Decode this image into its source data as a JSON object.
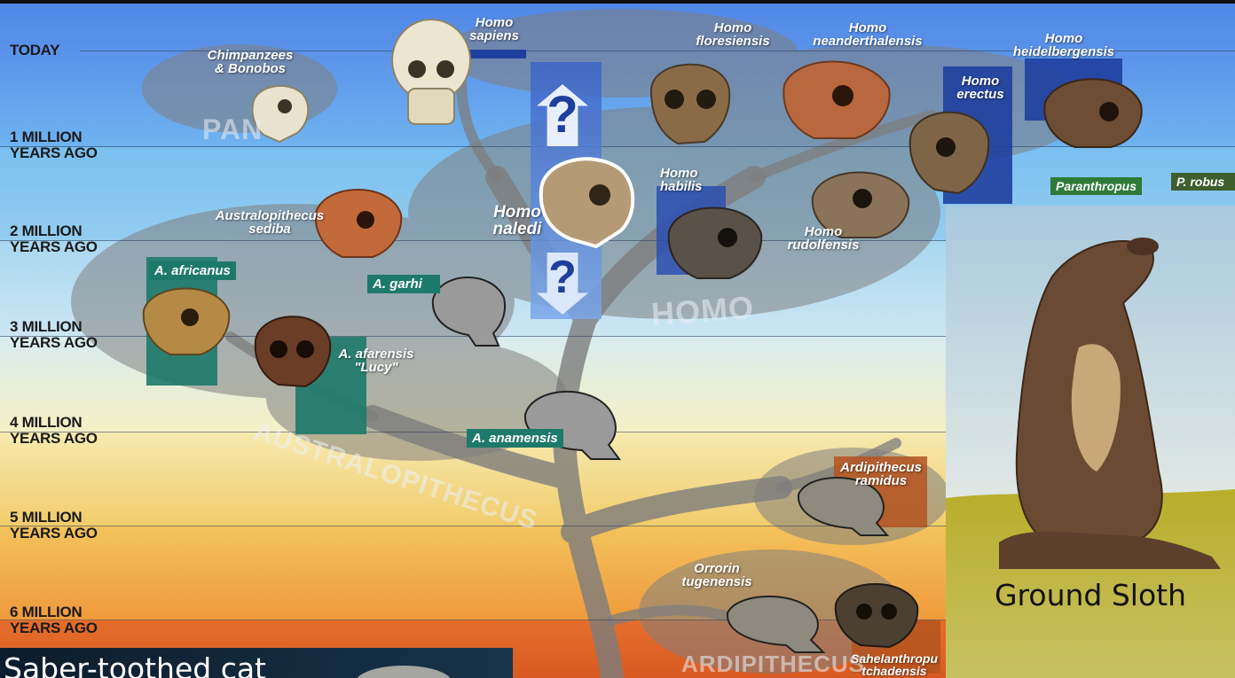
{
  "time_scale": [
    {
      "line1": "TODAY",
      "line2": ""
    },
    {
      "line1": "1 MILLION",
      "line2": "YEARS AGO"
    },
    {
      "line1": "2 MILLION",
      "line2": "YEARS AGO"
    },
    {
      "line1": "3 MILLION",
      "line2": "YEARS AGO"
    },
    {
      "line1": "4 MILLION",
      "line2": "YEARS AGO"
    },
    {
      "line1": "5 MILLION",
      "line2": "YEARS AGO"
    },
    {
      "line1": "6 MILLION",
      "line2": "YEARS AGO"
    }
  ],
  "clades": {
    "pan": "PAN",
    "homo": "HOMO",
    "australopithecus": "AUSTRALOPITHECUS",
    "ardipithecus": "ARDIPITHECUS"
  },
  "species": {
    "chimps": "Chimpanzees\n& Bonobos",
    "sapiens": "Homo\nsapiens",
    "floresiensis": "Homo\nfloresiensis",
    "neanderthalensis": "Homo\nneanderthalensis",
    "heidelbergensis": "Homo\nheidelbergensis",
    "erectus": "Homo\nerectus",
    "naledi": "Homo\nnaledi",
    "habilis": "Homo\nhabilis",
    "rudolfensis": "Homo\nrudolfensis",
    "paranthropus": "Paranthropus",
    "robustus": "P. robus",
    "sediba": "Australopithecus\nsediba",
    "africanus": "A. africanus",
    "garhi": "A. garhi",
    "afarensis": "A. afarensis\n\"Lucy\"",
    "anamensis": "A. anamensis",
    "ramidus": "Ardipithecus\nramidus",
    "orrorin": "Orrorin\ntugenensis",
    "sahelanthropus": "Sahelanthropu\ntchadensis"
  },
  "question_marks": [
    "?",
    "?"
  ],
  "overlays": {
    "ground_sloth": "Ground Sloth",
    "saber_cat": "Saber-toothed cat"
  },
  "colors": {
    "band_today": "#5b8fe8",
    "band_1m": "#6fb0ee",
    "band_2m": "#8cc8ef",
    "band_3m": "#c5e3f2",
    "band_4m": "#f4efc2",
    "band_5m": "#f2c965",
    "band_6m": "#e2702f",
    "tree": "#7d7d7d",
    "homo_tag": "#1f3f9e",
    "australo_tag": "#1d7a6a",
    "ardi_tag": "#b5541f",
    "paranthropus_tag": "#2f7a3a"
  }
}
